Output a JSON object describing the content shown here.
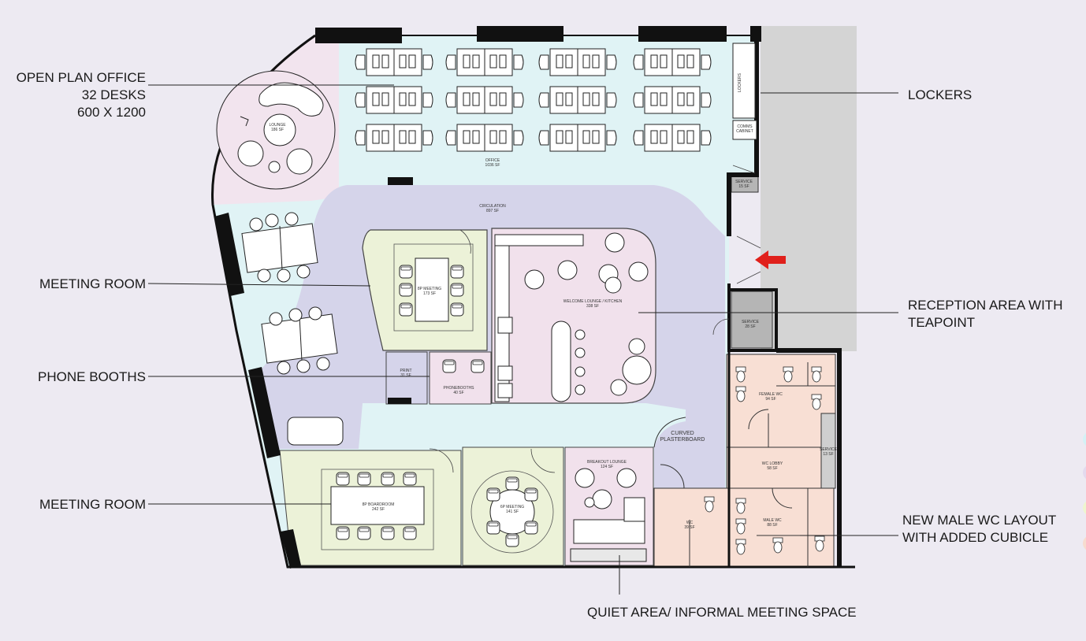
{
  "callouts": {
    "open_plan": [
      "OPEN PLAN OFFICE",
      "32 DESKS",
      "600 X 1200"
    ],
    "meeting_room_top": "MEETING ROOM",
    "phone_booths": "PHONE BOOTHS",
    "meeting_room_bottom": "MEETING ROOM",
    "lockers": "LOCKERS",
    "reception": [
      "RECEPTION AREA WITH",
      "TEAPOINT"
    ],
    "male_wc": [
      "NEW MALE WC LAYOUT",
      "WITH ADDED CUBICLE"
    ],
    "quiet_area": "QUIET AREA/ INFORMAL MEETING SPACE"
  },
  "rooms": {
    "lounge": [
      "LOUNGE",
      "186 SF"
    ],
    "office": [
      "OFFICE",
      "1036 SF"
    ],
    "circulation": [
      "CIRCULATION",
      "897 SF"
    ],
    "meeting_8p": [
      "8P MEETING",
      "173 SF"
    ],
    "welcome": [
      "WELCOME LOUNGE / KITCHEN",
      "338 SF"
    ],
    "print": [
      "PRINT",
      "31 SF"
    ],
    "phonebooths": [
      "PHONEBOOTHS",
      "40 SF"
    ],
    "boardroom": [
      "8P BOARDROOM",
      "242 SF"
    ],
    "meeting_6p": [
      "6P MEETING",
      "141 SF"
    ],
    "breakout": [
      "BREAKOUT LOUNGE",
      "124 SF"
    ],
    "curved": [
      "CURVED",
      "PLASTERBOARD"
    ],
    "wc": [
      "WC",
      "39 SF"
    ],
    "female_wc": [
      "FEMALE WC",
      "94 SF"
    ],
    "wc_lobby": [
      "WC LOBBY",
      "58 SF"
    ],
    "male_wc": [
      "MALE WC",
      "88 SF"
    ],
    "service_1": [
      "SERVICE",
      "15 SF"
    ],
    "service_2": [
      "SERVICE",
      "28 SF"
    ],
    "service_3": [
      "SERVICE",
      "13 SF"
    ],
    "lockers_small": "LOCKERS",
    "comms": [
      "COMMS",
      "CABINET"
    ]
  },
  "colors": {
    "background": "#edeaf2",
    "office": "#e0f3f5",
    "lounge": "#f2e4ee",
    "circulation": "#d5d4ea",
    "meeting": "#ecf2d8",
    "welcome": "#f1e1ec",
    "wc": "#f8dfd4",
    "outside": "#d4d4d4",
    "wall": "#111111",
    "arrow": "#e0201b"
  },
  "icons": [
    "entrance-arrow-icon"
  ]
}
